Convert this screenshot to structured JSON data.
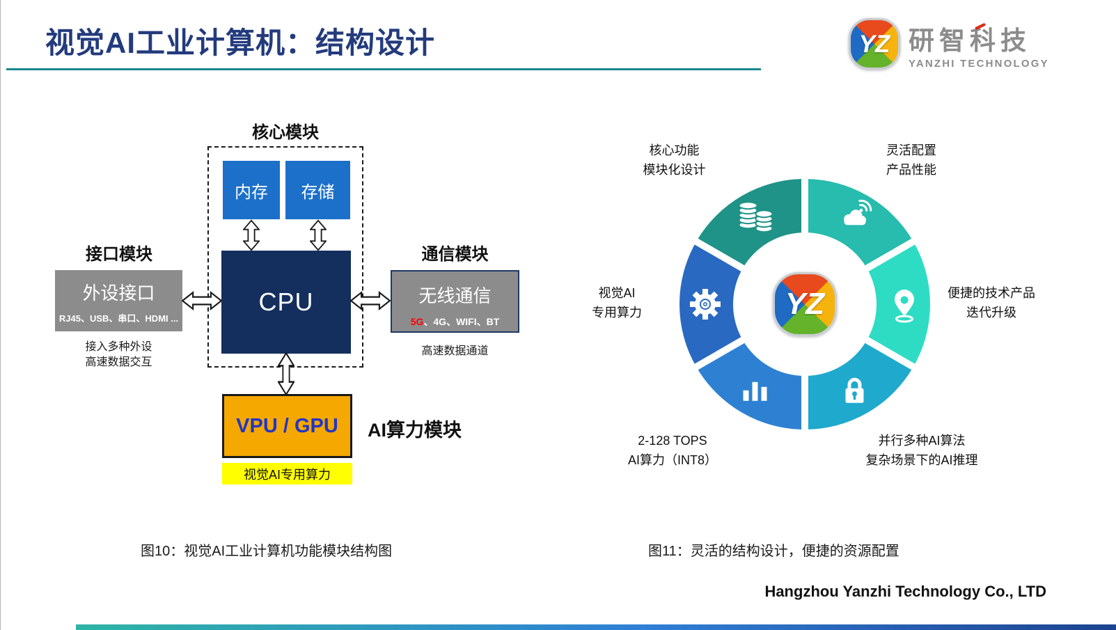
{
  "header": {
    "title": "视觉AI工业计算机：结构设计",
    "logo": {
      "monogram": "YZ",
      "company_cn": "研智科技",
      "company_en": "YANZHI TECHNOLOGY"
    }
  },
  "block_diagram": {
    "core_module_label": "核心模块",
    "memory_label": "内存",
    "storage_label": "存储",
    "cpu_label": "CPU",
    "interface_module_label": "接口模块",
    "peripheral_box_title": "外设接口",
    "peripheral_box_subtitle": "RJ45、USB、串口、HDMI ...",
    "peripheral_note_line1": "接入多种外设",
    "peripheral_note_line2": "高速数据交互",
    "comm_module_label": "通信模块",
    "wireless_box_title": "无线通信",
    "wireless_tag_5g": "5G",
    "wireless_tags_rest": "、4G、WIFI、BT",
    "comm_note": "高速数据通道",
    "vpu_box_label": "VPU / GPU",
    "ai_module_label": "AI算力模块",
    "vpu_note": "视觉AI专用算力",
    "caption": "图10：视觉AI工业计算机功能模块结构图"
  },
  "ring_diagram": {
    "caption": "图11：灵活的结构设计，便捷的资源配置",
    "center_monogram": "YZ",
    "labels": {
      "top_left_line1": "核心功能",
      "top_left_line2": "模块化设计",
      "top_right_line1": "灵活配置",
      "top_right_line2": "产品性能",
      "left_line1": "视觉AI",
      "left_line2": "专用算力",
      "right_line1": "便捷的技术产品",
      "right_line2": "迭代升级",
      "bottom_left_line1": "2-128 TOPS",
      "bottom_left_line2": "AI算力（INT8）",
      "bottom_right_line1": "并行多种AI算法",
      "bottom_right_line2": "复杂场景下的AI推理"
    },
    "segments": [
      {
        "id": "modular-design",
        "icon": "coins-icon",
        "color": "#1F9387"
      },
      {
        "id": "flexible-config",
        "icon": "cloud-wifi-icon",
        "color": "#27BCAD"
      },
      {
        "id": "tech-iteration",
        "icon": "location-pin-icon",
        "color": "#2EDCC4"
      },
      {
        "id": "parallel-ai",
        "icon": "lock-icon",
        "color": "#1FA9CD"
      },
      {
        "id": "ai-compute",
        "icon": "bar-chart-icon",
        "color": "#2E81D2"
      },
      {
        "id": "vision-ai",
        "icon": "gear-icon",
        "color": "#2A69C2"
      }
    ]
  },
  "footer": {
    "company": "Hangzhou Yanzhi Technology Co., LTD"
  },
  "colors": {
    "title_text": "#233B7D",
    "title_underline": "#1A878E",
    "module_blue": "#1C70C9",
    "cpu_navy": "#142F5E",
    "box_gray": "#8C8C8C",
    "wireless_border_navy": "#1F3864",
    "vpu_orange": "#F5A800",
    "vpu_text_blue": "#2236C4",
    "highlight_yellow": "#FFFF00",
    "tag_5g_red": "#FF0000",
    "footer_bar_gradient": [
      "#2EB4A5",
      "#2F7FD6",
      "#1D4390"
    ]
  }
}
